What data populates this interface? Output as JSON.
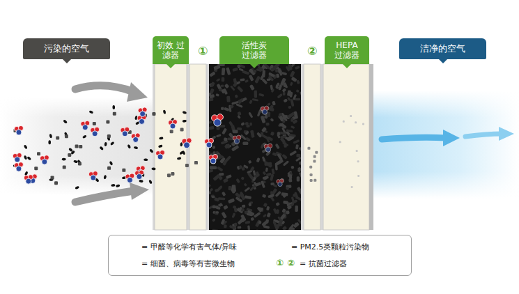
{
  "diagram": {
    "nodes": [
      {
        "text": [
          "污染的空气"
        ]
      },
      {
        "text": [
          "初效 过滤器"
        ]
      },
      {
        "text": [
          "活性炭 过滤器"
        ]
      },
      {
        "text": [
          "HEPA 过滤器"
        ]
      },
      {
        "text": [
          "洁净的空气"
        ]
      }
    ],
    "labels": [
      "①",
      "②",
      "①",
      "②"
    ],
    "legend": [
      {
        "text": "= 甲醛等化学有害气体/异味"
      },
      {
        "text": "= PM2.5类颗粒污染物"
      },
      {
        "text": "= 细菌、病毒等有害微生物"
      },
      {
        "text": "= 抗菌过滤器"
      }
    ]
  }
}
